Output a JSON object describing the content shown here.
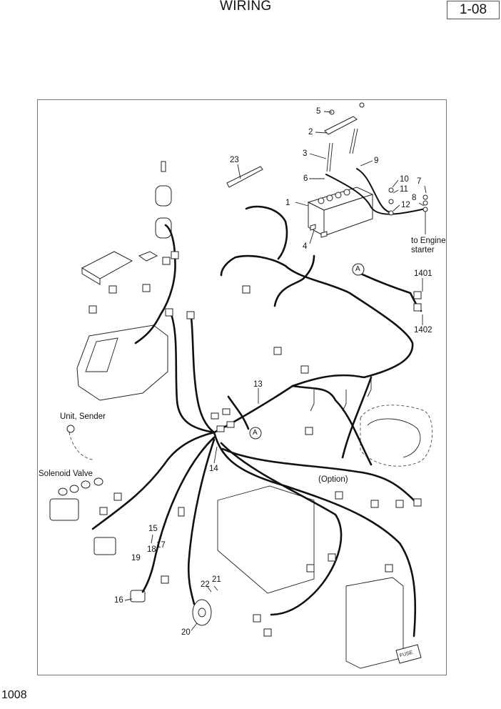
{
  "header": {
    "title": "WIRING",
    "page_code": "1-08"
  },
  "footer": {
    "page_number": "1008"
  },
  "diagram": {
    "callouts": [
      {
        "id": "c1",
        "label": "1"
      },
      {
        "id": "c2",
        "label": "2"
      },
      {
        "id": "c3",
        "label": "3"
      },
      {
        "id": "c4",
        "label": "4"
      },
      {
        "id": "c5",
        "label": "5"
      },
      {
        "id": "c6",
        "label": "6"
      },
      {
        "id": "c7",
        "label": "7"
      },
      {
        "id": "c8",
        "label": "8"
      },
      {
        "id": "c9",
        "label": "9"
      },
      {
        "id": "c10",
        "label": "10"
      },
      {
        "id": "c11",
        "label": "11"
      },
      {
        "id": "c12",
        "label": "12"
      },
      {
        "id": "c13",
        "label": "13"
      },
      {
        "id": "c14",
        "label": "14"
      },
      {
        "id": "c15",
        "label": "15"
      },
      {
        "id": "c16",
        "label": "16"
      },
      {
        "id": "c17",
        "label": "17"
      },
      {
        "id": "c18",
        "label": "18"
      },
      {
        "id": "c19",
        "label": "19"
      },
      {
        "id": "c20",
        "label": "20"
      },
      {
        "id": "c21",
        "label": "21"
      },
      {
        "id": "c22",
        "label": "22"
      },
      {
        "id": "c23",
        "label": "23"
      },
      {
        "id": "c1401",
        "label": "1401"
      },
      {
        "id": "c1402",
        "label": "1402"
      }
    ],
    "annotations": {
      "engine_starter_line1": "to Engine",
      "engine_starter_line2": "starter",
      "unit_sender": "Unit, Sender",
      "solenoid_valve": "Solenoid Valve",
      "option": "(Option)",
      "connector_a": "A",
      "fuse_label": "FUSE"
    }
  }
}
